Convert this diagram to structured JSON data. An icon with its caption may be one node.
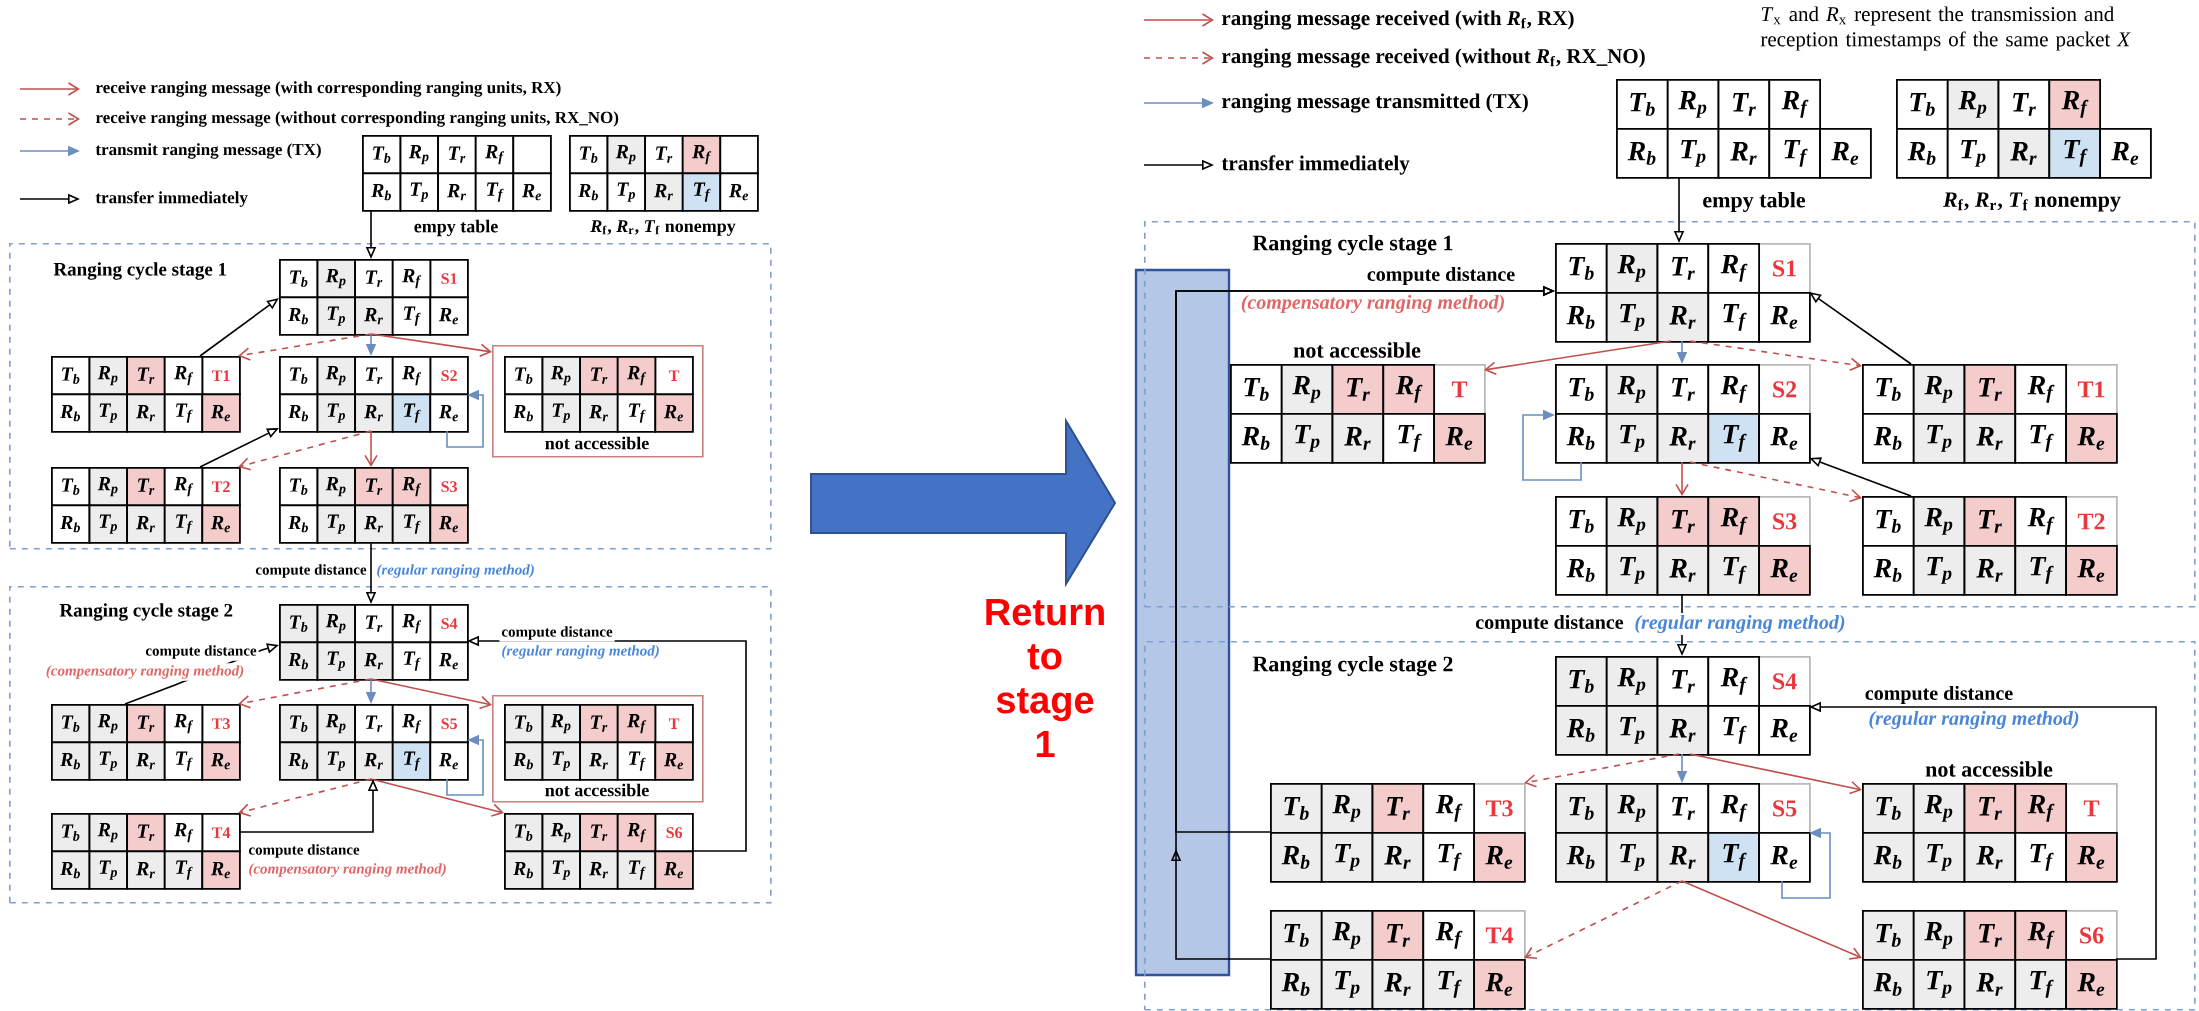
{
  "diagram": {
    "nodes": [
      {
        "text": [
          "T$_{b}$",
          "R$_{p}$",
          "T$_{r}$",
          "R$_{f}$",
          "R$_{b}$",
          "T$_{p}$",
          "R$_{r}$",
          "T$_{f}$",
          "R$_{e}$"
        ],
        "beside": [
          "empy table"
        ]
      },
      {
        "text": [
          "T$_{b}$",
          "R$_{p}$",
          "T$_{r}$",
          "R$_{f}$",
          "R$_{b}$",
          "T$_{p}$",
          "R$_{r}$",
          "T$_{f}$",
          "R$_{e}$"
        ],
        "beside": [
          "*R*$_{f}$, *R*$_{r}$, *T*$_{f}$ nonempy"
        ]
      },
      {
        "text": [
          "Ranging cycle stage 1"
        ]
      },
      {
        "text": [
          "T$_{b}$",
          "R$_{p}$",
          "T$_{r}$",
          "R$_{f}$",
          "S1",
          "R$_{b}$",
          "T$_{p}$",
          "R$_{r}$",
          "T$_{f}$",
          "R$_{e}$"
        ],
        "in": 2
      },
      {
        "text": [
          "T$_{b}$",
          "R$_{p}$",
          "T$_{r}$",
          "R$_{f}$",
          "T1",
          "R$_{b}$",
          "T$_{p}$",
          "R$_{r}$",
          "T$_{f}$",
          "R$_{e}$"
        ],
        "in": 2
      },
      {
        "text": [
          "T$_{b}$",
          "R$_{p}$",
          "T$_{r}$",
          "R$_{f}$",
          "S2",
          "R$_{b}$",
          "T$_{p}$",
          "R$_{r}$",
          "T$_{f}$",
          "R$_{e}$"
        ],
        "in": 2
      },
      {
        "text": [
          "not accessible"
        ],
        "in": 2
      },
      {
        "text": [
          "T$_{b}$",
          "R$_{p}$",
          "T$_{r}$",
          "R$_{f}$",
          "T",
          "R$_{b}$",
          "T$_{p}$",
          "R$_{r}$",
          "T$_{f}$",
          "R$_{e}$"
        ],
        "in": 6
      },
      {
        "text": [
          "T$_{b}$",
          "R$_{p}$",
          "T$_{r}$",
          "R$_{f}$",
          "T2",
          "R$_{b}$",
          "T$_{p}$",
          "R$_{r}$",
          "T$_{f}$",
          "R$_{e}$"
        ],
        "in": 2
      },
      {
        "text": [
          "T$_{b}$",
          "R$_{p}$",
          "T$_{r}$",
          "R$_{f}$",
          "S3",
          "R$_{b}$",
          "T$_{p}$",
          "R$_{r}$",
          "T$_{f}$",
          "R$_{e}$"
        ],
        "in": 2
      },
      {
        "text": [
          "Ranging cycle stage 2"
        ]
      },
      {
        "text": [
          "T$_{b}$",
          "R$_{p}$",
          "T$_{r}$",
          "R$_{f}$",
          "S4",
          "R$_{b}$",
          "T$_{p}$",
          "R$_{r}$",
          "T$_{f}$",
          "R$_{e}$"
        ],
        "in": 10
      },
      {
        "text": [
          "T$_{b}$",
          "R$_{p}$",
          "T$_{r}$",
          "R$_{f}$",
          "T3",
          "R$_{b}$",
          "T$_{p}$",
          "R$_{r}$",
          "T$_{f}$",
          "R$_{e}$"
        ],
        "in": 10
      },
      {
        "text": [
          "T$_{b}$",
          "R$_{p}$",
          "T$_{r}$",
          "R$_{f}$",
          "S5",
          "R$_{b}$",
          "T$_{p}$",
          "R$_{r}$",
          "T$_{f}$",
          "R$_{e}$"
        ],
        "in": 10
      },
      {
        "text": [
          "not accessible"
        ],
        "in": 10
      },
      {
        "text": [
          "T$_{b}$",
          "R$_{p}$",
          "T$_{r}$",
          "R$_{f}$",
          "T",
          "R$_{b}$",
          "T$_{p}$",
          "R$_{r}$",
          "T$_{f}$",
          "R$_{e}$"
        ],
        "in": 14
      },
      {
        "text": [
          "T$_{b}$",
          "R$_{p}$",
          "T$_{r}$",
          "R$_{f}$",
          "T4",
          "R$_{b}$",
          "T$_{p}$",
          "R$_{r}$",
          "T$_{f}$",
          "R$_{e}$"
        ],
        "in": 10
      },
      {
        "text": [
          "T$_{b}$",
          "R$_{p}$",
          "T$_{r}$",
          "R$_{f}$",
          "S6",
          "R$_{b}$",
          "T$_{p}$",
          "R$_{r}$",
          "T$_{f}$",
          "R$_{e}$"
        ],
        "in": 10
      },
      {
        "text": [
          "T$_{b}$",
          "R$_{p}$",
          "T$_{r}$",
          "R$_{f}$",
          "R$_{b}$",
          "T$_{p}$",
          "R$_{r}$",
          "T$_{f}$",
          "R$_{e}$"
        ],
        "beside": [
          "empy table"
        ]
      },
      {
        "text": [
          "T$_{b}$",
          "R$_{p}$",
          "T$_{r}$",
          "R$_{f}$",
          "R$_{b}$",
          "T$_{p}$",
          "R$_{r}$",
          "T$_{f}$",
          "R$_{e}$"
        ],
        "beside": [
          "*R*$_{f}$, *R*$_{r}$, *T*$_{f}$ nonempy"
        ]
      },
      {
        "text": [
          "Ranging cycle stage 1"
        ]
      },
      {
        "text": [
          "T$_{b}$",
          "R$_{p}$",
          "T$_{r}$",
          "R$_{f}$",
          "S1",
          "R$_{b}$",
          "T$_{p}$",
          "R$_{r}$",
          "T$_{f}$",
          "R$_{e}$"
        ],
        "in": 20
      },
      {
        "text": [
          "not accessible",
          "T$_{b}$",
          "R$_{p}$",
          "T$_{r}$",
          "R$_{f}$",
          "T",
          "R$_{b}$",
          "T$_{p}$",
          "R$_{r}$",
          "T$_{f}$",
          "R$_{e}$"
        ],
        "in": 20
      },
      {
        "text": [
          "T$_{b}$",
          "R$_{p}$",
          "T$_{r}$",
          "R$_{f}$",
          "S2",
          "R$_{b}$",
          "T$_{p}$",
          "R$_{r}$",
          "T$_{f}$",
          "R$_{e}$"
        ],
        "in": 20
      },
      {
        "text": [
          "T$_{b}$",
          "R$_{p}$",
          "T$_{r}$",
          "R$_{f}$",
          "T1",
          "R$_{b}$",
          "T$_{p}$",
          "R$_{r}$",
          "T$_{f}$",
          "R$_{e}$"
        ],
        "in": 20
      },
      {
        "text": [
          "T$_{b}$",
          "R$_{p}$",
          "T$_{r}$",
          "R$_{f}$",
          "S3",
          "R$_{b}$",
          "T$_{p}$",
          "R$_{r}$",
          "T$_{f}$",
          "R$_{e}$"
        ],
        "in": 20
      },
      {
        "text": [
          "T$_{b}$",
          "R$_{p}$",
          "T$_{r}$",
          "R$_{f}$",
          "T2",
          "R$_{b}$",
          "T$_{p}$",
          "R$_{r}$",
          "T$_{f}$",
          "R$_{e}$"
        ],
        "in": 20
      },
      {
        "text": [
          "Ranging cycle stage 2"
        ]
      },
      {
        "text": [
          "T$_{b}$",
          "R$_{p}$",
          "T$_{r}$",
          "R$_{f}$",
          "S4",
          "R$_{b}$",
          "T$_{p}$",
          "R$_{r}$",
          "T$_{f}$",
          "R$_{e}$"
        ],
        "in": 27
      },
      {
        "text": [
          "T$_{b}$",
          "R$_{p}$",
          "T$_{r}$",
          "R$_{f}$",
          "T3",
          "R$_{b}$",
          "T$_{p}$",
          "R$_{r}$",
          "T$_{f}$",
          "R$_{e}$"
        ],
        "in": 27
      },
      {
        "text": [
          "T$_{b}$",
          "R$_{p}$",
          "T$_{r}$",
          "R$_{f}$",
          "S5",
          "R$_{b}$",
          "T$_{p}$",
          "R$_{r}$",
          "T$_{f}$",
          "R$_{e}$"
        ],
        "in": 27
      },
      {
        "text": [
          "not accessible",
          "T$_{b}$",
          "R$_{p}$",
          "T$_{r}$",
          "R$_{f}$",
          "T",
          "R$_{b}$",
          "T$_{p}$",
          "R$_{r}$",
          "T$_{f}$",
          "R$_{e}$"
        ],
        "in": 27
      },
      {
        "text": [
          "T$_{b}$",
          "R$_{p}$",
          "T$_{r}$",
          "R$_{f}$",
          "T4",
          "R$_{b}$",
          "T$_{p}$",
          "R$_{r}$",
          "T$_{f}$",
          "R$_{e}$"
        ],
        "in": 27
      },
      {
        "text": [
          "T$_{b}$",
          "R$_{p}$",
          "T$_{r}$",
          "R$_{f}$",
          "S6",
          "R$_{b}$",
          "T$_{p}$",
          "R$_{r}$",
          "T$_{f}$",
          "R$_{e}$"
        ],
        "in": 27
      }
    ],
    "edges": [
      {
        "from": 0,
        "to": 3,
        "arrow": "to",
        "color": "#000000"
      },
      {
        "from": 3,
        "to": 4,
        "arrow": "to",
        "style": "dashed",
        "color": "#c0504d"
      },
      {
        "from": 3,
        "to": 5,
        "arrow": "to",
        "color": "#6c8ebf"
      },
      {
        "from": 3,
        "to": 6,
        "arrow": "to",
        "color": "#c0504d"
      },
      {
        "from": 4,
        "to": 3,
        "arrow": "to",
        "color": "#000000"
      },
      {
        "from": 5,
        "to": 5,
        "arrow": "to",
        "color": "#6c8ebf"
      },
      {
        "from": 5,
        "to": 8,
        "arrow": "to",
        "style": "dashed",
        "color": "#c0504d"
      },
      {
        "from": 5,
        "to": 9,
        "arrow": "to",
        "color": "#c0504d"
      },
      {
        "from": 8,
        "to": 5,
        "arrow": "to",
        "color": "#000000"
      },
      {
        "from": 9,
        "to": 11,
        "arrow": "to",
        "label": "compute distance",
        "color": "#000000"
      },
      {
        "from": 11,
        "to": 12,
        "arrow": "to",
        "style": "dashed",
        "color": "#c0504d"
      },
      {
        "from": 11,
        "to": 13,
        "arrow": "to",
        "color": "#6c8ebf"
      },
      {
        "from": 11,
        "to": 14,
        "arrow": "to",
        "color": "#c0504d"
      },
      {
        "from": 12,
        "to": 11,
        "arrow": "to",
        "label": "compute distance",
        "color": "#000000"
      },
      {
        "from": 13,
        "to": 13,
        "arrow": "to",
        "color": "#6c8ebf"
      },
      {
        "from": 13,
        "to": 16,
        "arrow": "to",
        "style": "dashed",
        "color": "#c0504d"
      },
      {
        "from": 13,
        "to": 17,
        "arrow": "to",
        "color": "#c0504d"
      },
      {
        "from": 16,
        "to": 13,
        "arrow": "to",
        "label": "compute distance",
        "color": "#000000"
      },
      {
        "from": 17,
        "to": 11,
        "arrow": "to",
        "label": "compute distance",
        "color": "#000000"
      },
      {
        "from": 18,
        "to": 21,
        "arrow": "to",
        "color": "#000000"
      },
      {
        "from": 21,
        "to": 22,
        "arrow": "to",
        "color": "#c0504d"
      },
      {
        "from": 21,
        "to": 23,
        "arrow": "to",
        "color": "#6c8ebf"
      },
      {
        "from": 21,
        "to": 24,
        "arrow": "to",
        "style": "dashed",
        "color": "#c0504d"
      },
      {
        "from": 24,
        "to": 21,
        "arrow": "to",
        "color": "#000000"
      },
      {
        "from": 23,
        "to": 23,
        "arrow": "to",
        "color": "#6c8ebf"
      },
      {
        "from": 23,
        "to": 25,
        "arrow": "to",
        "color": "#c0504d"
      },
      {
        "from": 23,
        "to": 26,
        "arrow": "to",
        "style": "dashed",
        "color": "#c0504d"
      },
      {
        "from": 26,
        "to": 23,
        "arrow": "to",
        "color": "#000000"
      },
      {
        "from": 25,
        "to": 28,
        "arrow": "to",
        "label": "compute distance",
        "color": "#000000"
      },
      {
        "from": 29,
        "to": 21,
        "arrow": "to",
        "label": "compute distance",
        "color": "#000000"
      },
      {
        "from": 32,
        "to": 21,
        "arrow": "to",
        "color": "#000000"
      },
      {
        "from": 28,
        "to": 29,
        "arrow": "to",
        "style": "dashed",
        "color": "#c0504d"
      },
      {
        "from": 28,
        "to": 30,
        "arrow": "to",
        "color": "#6c8ebf"
      },
      {
        "from": 28,
        "to": 31,
        "arrow": "to",
        "color": "#c0504d"
      },
      {
        "from": 30,
        "to": 30,
        "arrow": "to",
        "color": "#6c8ebf"
      },
      {
        "from": 30,
        "to": 32,
        "arrow": "to",
        "style": "dashed",
        "color": "#c0504d"
      },
      {
        "from": 30,
        "to": 33,
        "arrow": "to",
        "color": "#c0504d"
      },
      {
        "from": 33,
        "to": 28,
        "arrow": "to",
        "label": "compute distance",
        "color": "#000000"
      }
    ],
    "labels": [
      "(regular ranging method)",
      "(compensatory ranging method)",
      "(regular ranging method)",
      "(compensatory ranging method)",
      "Return to stage 1",
      "*T*$_{x}$ and *R*$_{x}$ represent the transmission and reception timestamps of the same packet *X*",
      "(compensatory ranging method)",
      "(regular ranging method)",
      "(regular ranging method)"
    ],
    "legend": [
      {
        "text": "receive ranging message (with corresponding ranging units, RX)"
      },
      {
        "text": "receive ranging message (without corresponding ranging units, RX_NO)"
      },
      {
        "text": "transmit ranging message (TX)"
      },
      {
        "text": "transfer immediately"
      },
      {
        "text": "ranging message received (with *R*$_{f}$, RX)"
      },
      {
        "text": "ranging message received (without *R*$_{f}$, RX_NO)"
      },
      {
        "text": "ranging message transmitted (TX)"
      },
      {
        "text": "transfer immediately"
      }
    ]
  }
}
